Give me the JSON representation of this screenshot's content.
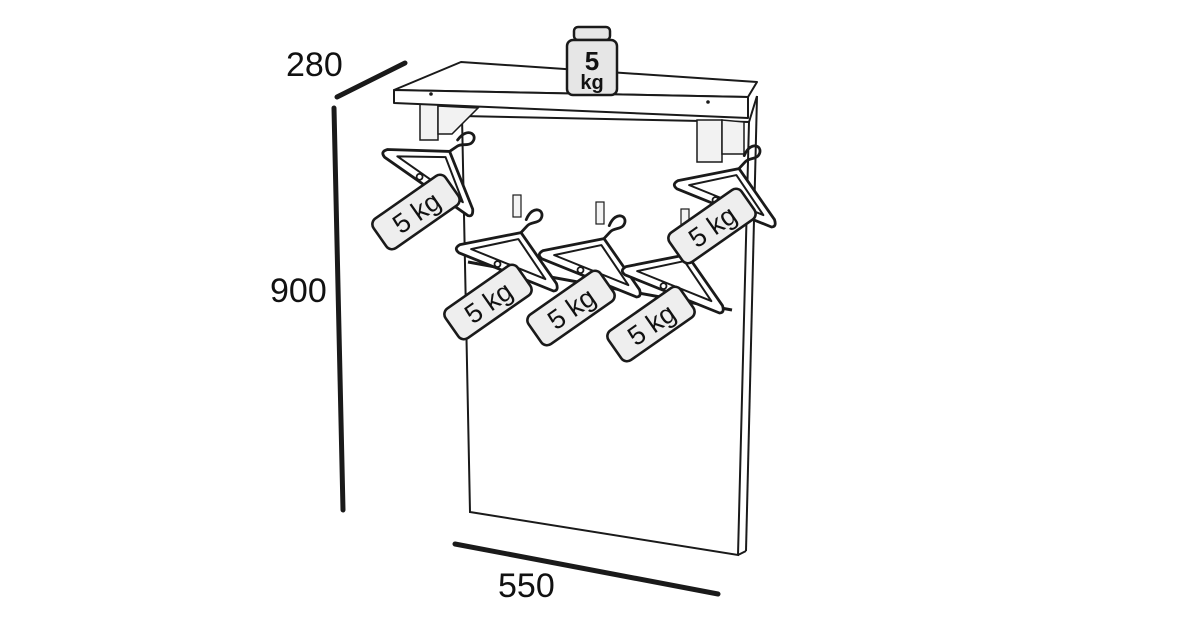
{
  "dimensions": {
    "depth": "280",
    "height": "900",
    "width": "550"
  },
  "shelf_load": {
    "value": "5",
    "unit": "kg"
  },
  "hanger_load_label": "5 kg",
  "colors": {
    "line": "#1a1a1a",
    "fill": "#ffffff",
    "tag_fill": "#eeeeee",
    "weight_fill": "#e6e6e6",
    "bracket_fill": "#f2f2f2"
  }
}
